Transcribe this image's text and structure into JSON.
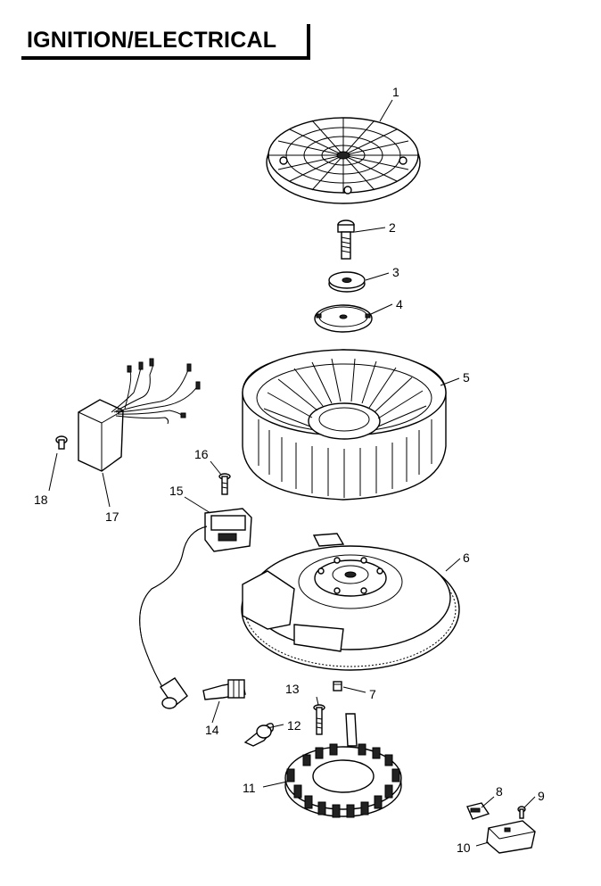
{
  "title": "IGNITION/ELECTRICAL",
  "callouts": {
    "c1": "1",
    "c2": "2",
    "c3": "3",
    "c4": "4",
    "c5": "5",
    "c6": "6",
    "c7": "7",
    "c8": "8",
    "c9": "9",
    "c10": "10",
    "c11": "11",
    "c12": "12",
    "c13": "13",
    "c14": "14",
    "c15": "15",
    "c16": "16",
    "c17": "17",
    "c18": "18"
  }
}
